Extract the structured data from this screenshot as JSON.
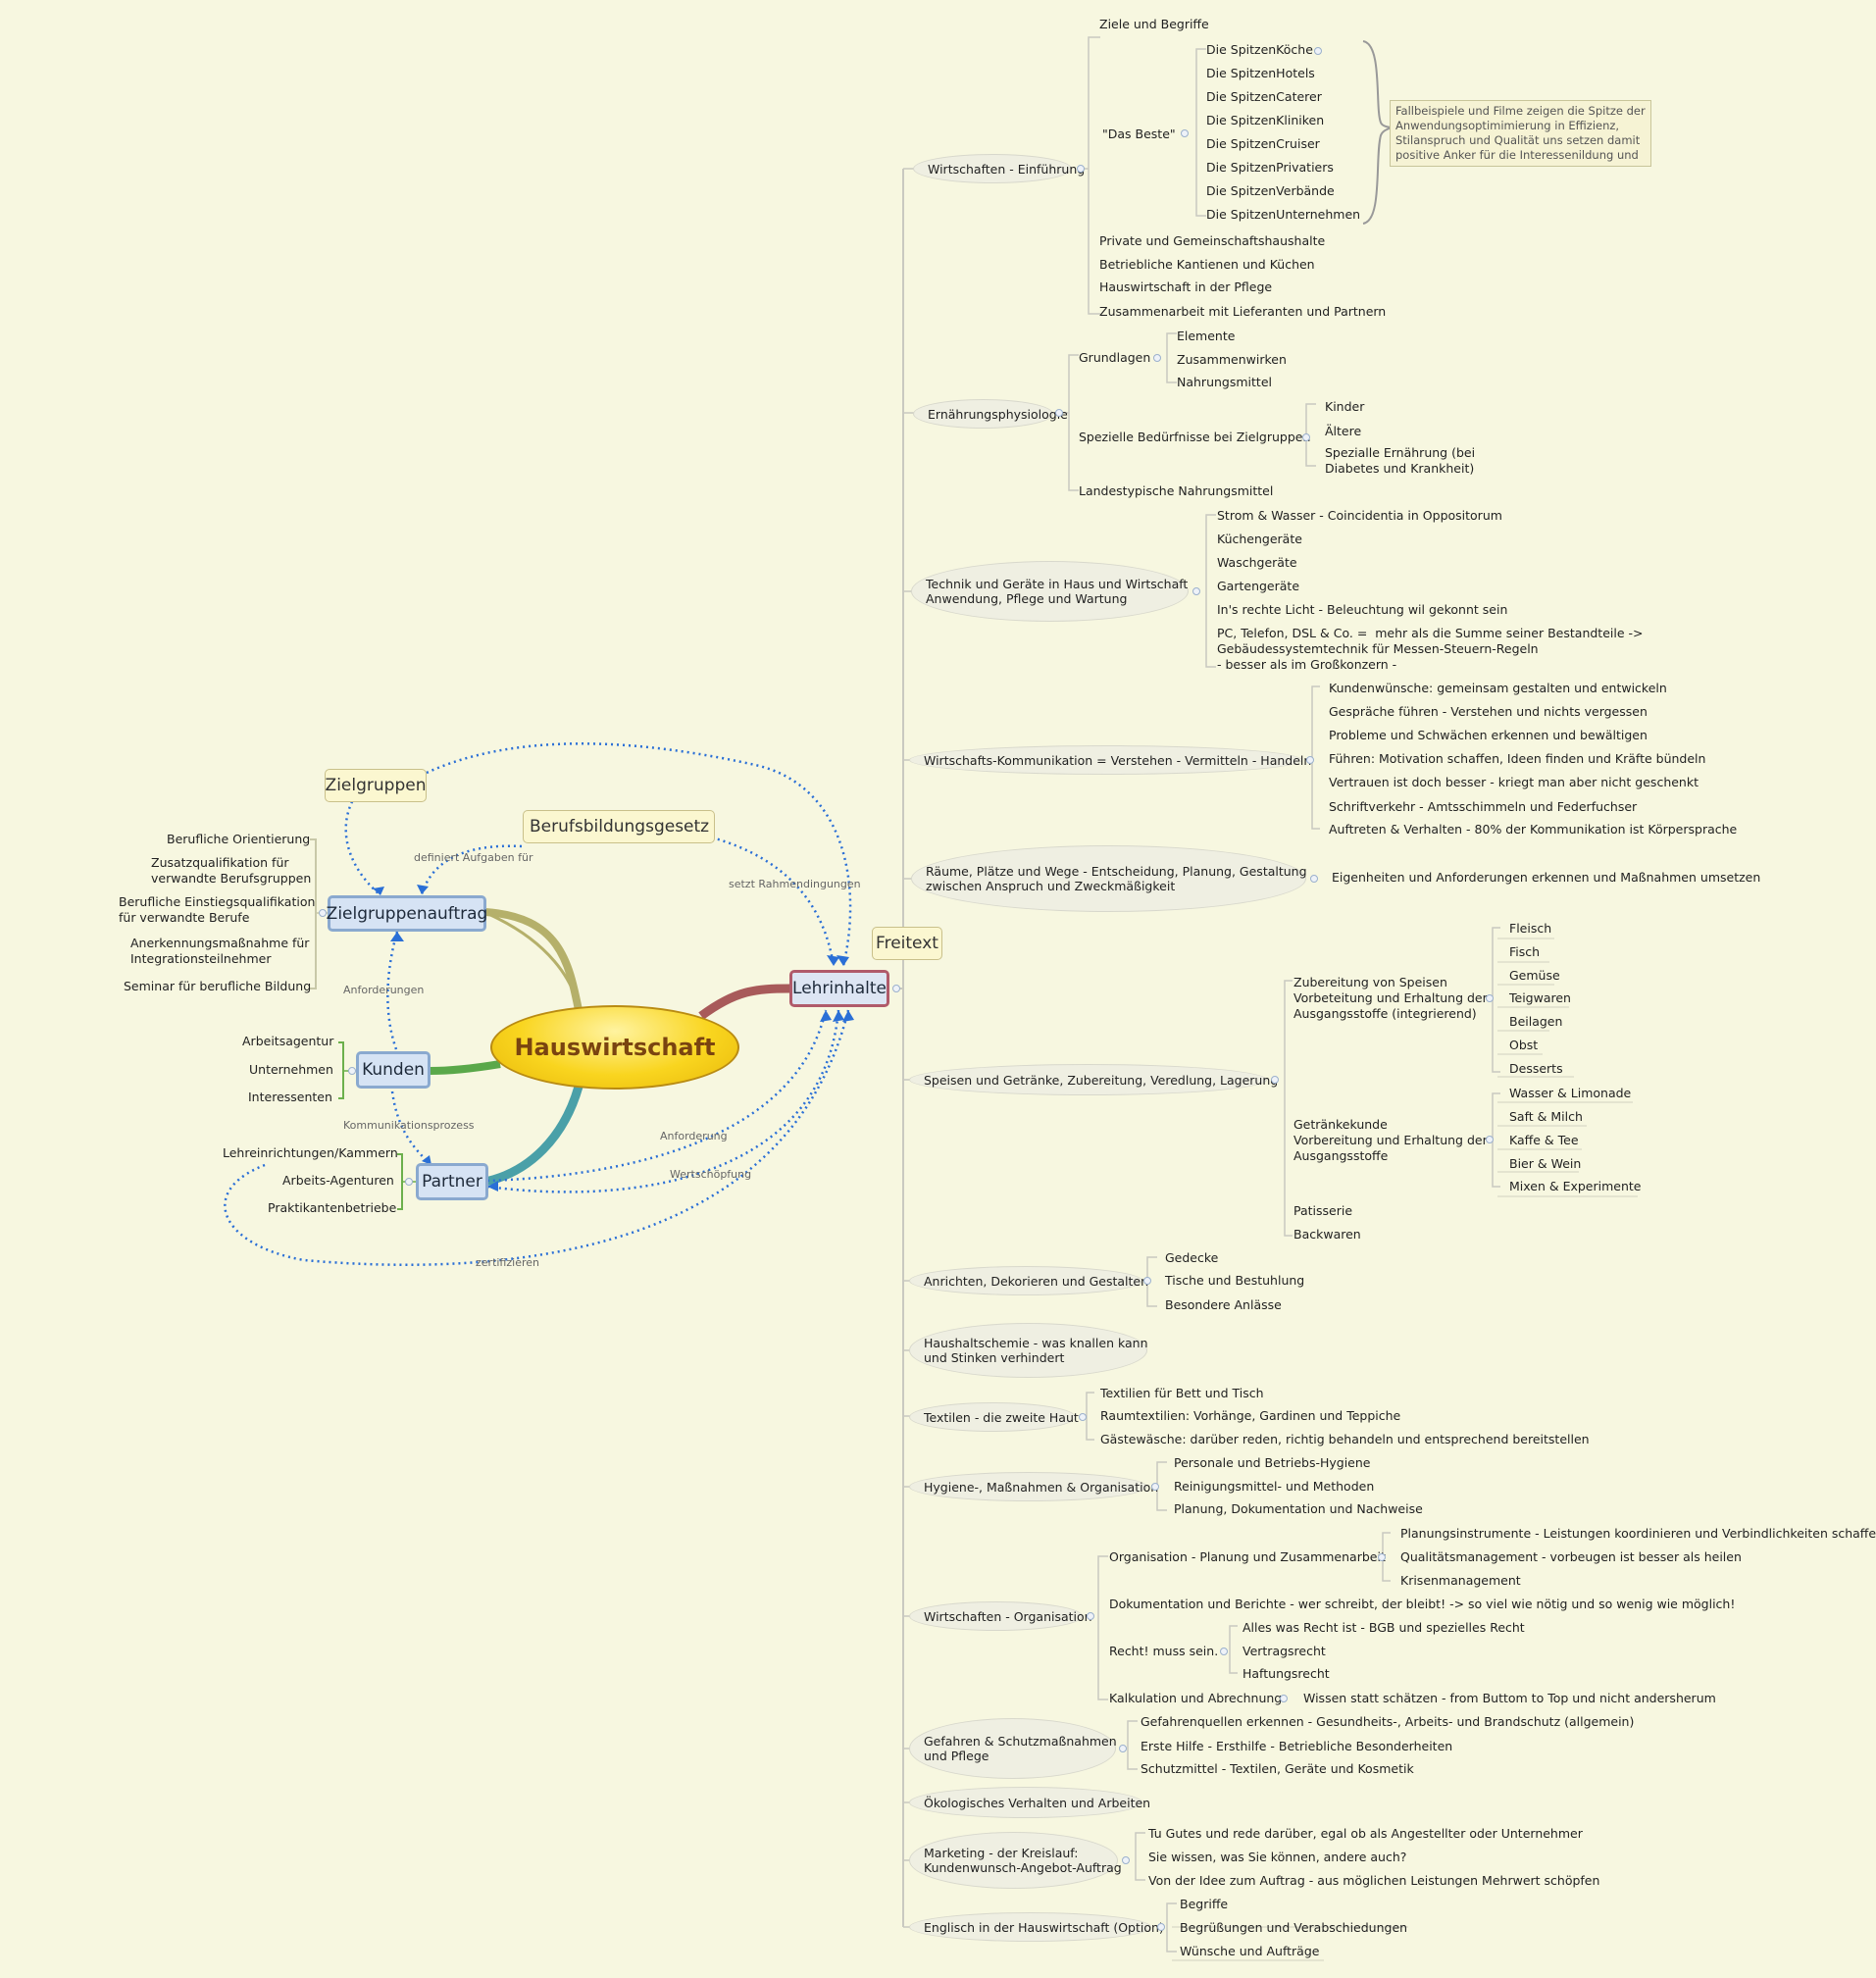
{
  "central": "Hauswirtschaft",
  "left": {
    "zielgruppen": "Zielgruppen",
    "berufsbildungsgesetz": "Berufsbildungsgesetz",
    "zielgruppenauftrag": "Zielgruppenauftrag",
    "kunden": "Kunden",
    "partner": "Partner",
    "za_items": [
      "Berufliche Orientierung",
      "Zusatzqualifikation für\nverwandte Berufsgruppen",
      "Berufliche Einstiegsqualifikation\nfür verwandte Berufe",
      "Anerkennungsmaßnahme für\nIntegrationsteilnehmer",
      "Seminar für berufliche Bildung"
    ],
    "kunden_items": [
      "Arbeitsagentur",
      "Unternehmen",
      "Interessenten"
    ],
    "partner_items": [
      "Lehreinrichtungen/Kammern",
      "Arbeits-Agenturen",
      "Praktikantenbetriebe"
    ],
    "labels": {
      "definiert": "definiert Aufgaben für",
      "setzt": "setzt Rahmendingungen",
      "anforderungen": "Anforderungen",
      "kommunikation": "Kommunikationsprozess",
      "anforderung": "Anforderung",
      "wertschoepfung": "Wertschöpfung",
      "zertifizieren": "zertifizieren"
    }
  },
  "lehrinhalte": "Lehrinhalte",
  "freitext": "Freitext",
  "sections": {
    "s1": {
      "title": "Wirtschaften - Einführung",
      "ziele": "Ziele und Begriffe",
      "das_beste": "\"Das Beste\"",
      "spitzen": [
        "Die SpitzenKöche",
        "Die SpitzenHotels",
        "Die SpitzenCaterer",
        "Die SpitzenKliniken",
        "Die SpitzenCruiser",
        "Die SpitzenPrivatiers",
        "Die SpitzenVerbände",
        "Die SpitzenUnternehmen"
      ],
      "note": "Fallbeispiele und Filme zeigen die Spitze der\nAnwendungsoptimimierung in Effizienz,\nStilanspruch und Qualität uns setzen damit\npositive Anker für die Interessenildung und",
      "others": [
        "Private und Gemeinschaftshaushalte",
        "Betriebliche Kantienen und Küchen",
        "Hauswirtschaft in der Pflege",
        "Zusammenarbeit mit Lieferanten und Partnern"
      ]
    },
    "s2": {
      "title": "Ernährungsphysiologie",
      "grundlagen": "Grundlagen",
      "grundlagen_items": [
        "Elemente",
        "Zusammenwirken",
        "Nahrungsmittel"
      ],
      "spezielle": "Spezielle Bedürfnisse bei Zielgruppen",
      "spezielle_items": [
        "Kinder",
        "Ältere",
        "Spezialle Ernährung (bei\nDiabetes und Krankheit)"
      ],
      "landes": "Landestypische Nahrungsmittel"
    },
    "s3": {
      "title": "Technik und Geräte in Haus und Wirtschaft\nAnwendung, Pflege und Wartung",
      "items": [
        "Strom & Wasser - Coincidentia in Oppositorum",
        "Küchengeräte",
        "Waschgeräte",
        "Gartengeräte",
        "In's rechte Licht - Beleuchtung wil gekonnt sein",
        "PC, Telefon, DSL & Co. =  mehr als die Summe seiner Bestandteile ->\nGebäudessystemtechnik für Messen-Steuern-Regeln\n- besser als im Großkonzern -"
      ]
    },
    "s4": {
      "title": "Wirtschafts-Kommunikation = Verstehen - Vermitteln - Handeln",
      "items": [
        "Kundenwünsche: gemeinsam gestalten und entwickeln",
        "Gespräche führen - Verstehen und nichts  vergessen",
        "Probleme und Schwächen erkennen und bewältigen",
        "Führen: Motivation schaffen, Ideen finden und Kräfte bündeln",
        "Vertrauen ist doch besser - kriegt man aber nicht geschenkt",
        "Schriftverkehr - Amtsschimmeln und Federfuchser",
        "Auftreten & Verhalten -  80% der Kommunikation ist Körpersprache"
      ]
    },
    "s5": {
      "title": "Räume, Plätze und Wege - Entscheidung, Planung, Gestaltung\nzwischen Anspruch und Zweckmäßigkeit",
      "item": "Eigenheiten und Anforderungen erkennen und Maßnahmen umsetzen"
    },
    "s6": {
      "title": "Speisen und Getränke, Zubereitung, Veredlung, Lagerung",
      "zubereitung": "Zubereitung von Speisen\nVorbeteitung und Erhaltung der\nAusgangsstoffe (integrierend)",
      "zub_items": [
        "Fleisch",
        "Fisch",
        "Gemüse",
        "Teigwaren",
        "Beilagen",
        "Obst",
        "Desserts"
      ],
      "getraenke": "Getränkekunde\nVorbereitung und Erhaltung der\nAusgangsstoffe",
      "get_items": [
        "Wasser & Limonade",
        "Saft & Milch",
        "Kaffe & Tee",
        "Bier & Wein",
        "Mixen & Experimente"
      ],
      "patisserie": "Patisserie",
      "backwaren": "Backwaren"
    },
    "s7": {
      "title": "Anrichten, Dekorieren und Gestalten",
      "items": [
        "Gedecke",
        "Tische und Bestuhlung",
        "Besondere Anlässe"
      ]
    },
    "s8": {
      "title": "Haushaltschemie - was knallen kann\nund Stinken verhindert"
    },
    "s9": {
      "title": "Textilen - die zweite Haut",
      "items": [
        "Textilien für Bett und Tisch",
        "Raumtextilien:  Vorhänge, Gardinen und Teppiche",
        "Gästewäsche: darüber reden, richtig behandeln und entsprechend bereitstellen"
      ]
    },
    "s10": {
      "title": "Hygiene-, Maßnahmen & Organisation",
      "items": [
        "Personale und Betriebs-Hygiene",
        "Reinigungsmittel- und Methoden",
        "Planung, Dokumentation und Nachweise"
      ]
    },
    "s11": {
      "title": "Wirtschaften - Organisation",
      "org": "Organisation - Planung und Zusammenarbeit",
      "org_items": [
        "Planungsinstrumente - Leistungen koordinieren und Verbindlichkeiten schaffen",
        "Qualitätsmanagement - vorbeugen ist besser als heilen",
        "Krisenmanagement"
      ],
      "doku": "Dokumentation und Berichte - wer schreibt, der bleibt! -> so viel wie nötig und so wenig wie möglich!",
      "recht": "Recht! muss sein.",
      "recht_items": [
        "Alles was Recht ist - BGB und spezielles Recht",
        "Vertragsrecht",
        "Haftungsrecht"
      ],
      "kalk": "Kalkulation und Abrechnung",
      "kalk_item": "Wissen statt schätzen - from Buttom to Top und nicht andersherum"
    },
    "s12": {
      "title": "Gefahren & Schutzmaßnahmen\nund Pflege",
      "items": [
        "Gefahrenquellen erkennen - Gesundheits-, Arbeits- und Brandschutz (allgemein)",
        "Erste Hilfe - Ersthilfe - Betriebliche Besonderheiten",
        "Schutzmittel - Textilen, Geräte und Kosmetik"
      ]
    },
    "s13": {
      "title": "Ökologisches Verhalten und Arbeiten"
    },
    "s14": {
      "title": "Marketing - der Kreislauf:\nKundenwunsch-Angebot-Auftrag",
      "items": [
        "Tu Gutes und rede darüber, egal ob als Angestellter oder Unternehmer",
        "Sie wissen, was Sie können, andere auch?",
        "Von der Idee zum Auftrag - aus möglichen Leistungen Mehrwert schöpfen"
      ]
    },
    "s15": {
      "title": "Englisch in der Hauswirtschaft (Option)",
      "items": [
        "Begriffe",
        "Begrüßungen  und Verabschiedungen",
        "Wünsche und Aufträge"
      ]
    }
  },
  "colors": {
    "background": "#f7f7e0",
    "central_fill": "#f9d51f",
    "connector_dotted": "#2a6fd6",
    "branch_zielgruppenauftrag": "#b5b06a",
    "branch_kunden": "#5aa84a",
    "branch_partner": "#4aa0a8",
    "branch_lehrinhalte": "#a85a5a"
  }
}
